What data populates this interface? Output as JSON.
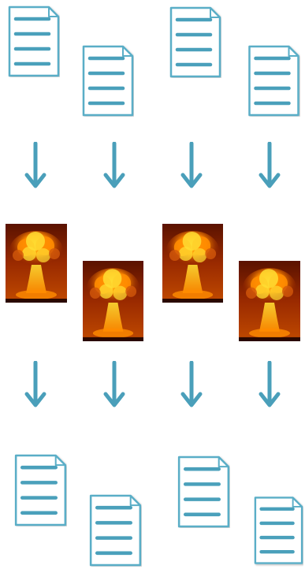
{
  "diagram": {
    "columns": 4,
    "stages": [
      {
        "kind": "document",
        "icon": "document-icon",
        "count": 4
      },
      {
        "kind": "arrow",
        "icon": "arrow-down-icon",
        "count": 4
      },
      {
        "kind": "explosion",
        "icon": "mushroom-cloud-image",
        "count": 4
      },
      {
        "kind": "arrow",
        "icon": "arrow-down-icon",
        "count": 4
      },
      {
        "kind": "document",
        "icon": "document-icon",
        "count": 4
      }
    ]
  },
  "colors": {
    "document_stroke": "#5aaec7",
    "document_line": "#4aa0bb",
    "arrow": "#4a9fba",
    "fire_core": "#ffdd33",
    "fire_mid": "#ff8c00",
    "fire_dark": "#8b1a00",
    "smoke": "#2a0800"
  }
}
